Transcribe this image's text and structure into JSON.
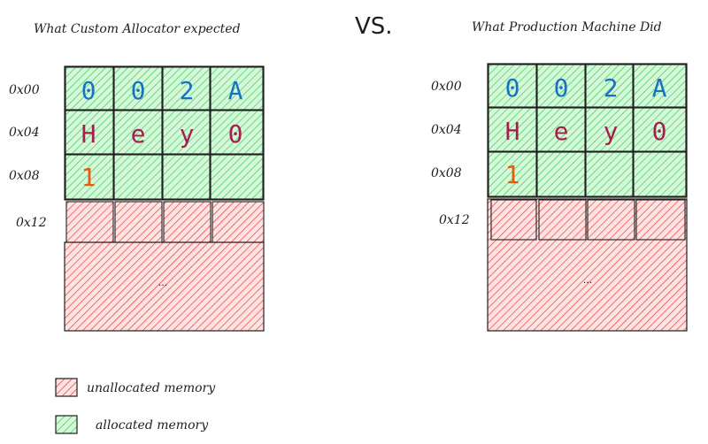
{
  "left_diagram": {
    "title": "What Custom Allocator expected",
    "address_labels": [
      "0x00",
      "0x04",
      "0x08",
      "0x12"
    ],
    "row_0": [
      "0",
      "0",
      "2",
      "A"
    ],
    "row_1": [
      "H",
      "e",
      "y",
      "0"
    ],
    "row_2": [
      "1",
      "",
      "",
      ""
    ],
    "ellipsis": "..."
  },
  "vs_label": "VS.",
  "right_diagram": {
    "title": "What Production Machine Did",
    "address_labels": [
      "0x00",
      "0x04",
      "0x08",
      "0x12"
    ],
    "row_0": [
      "0",
      "0",
      "2",
      "A"
    ],
    "row_1": [
      "H",
      "e",
      "y",
      "0"
    ],
    "row_2": [
      "1",
      "",
      "",
      ""
    ],
    "ellipsis": "..."
  },
  "legend": {
    "unallocated_label": "unallocated memory",
    "allocated_label": "allocated memory"
  },
  "colors": {
    "allocated_fill": "#b2f2bb",
    "allocated_hatch": "#40c057",
    "unallocated_fill": "#ffc9c9",
    "unallocated_hatch": "#e03131",
    "stroke": "#1e1e1e",
    "hex_text": "#1971c2",
    "char_text": "#a61e4d",
    "one_text": "#e8590c"
  }
}
